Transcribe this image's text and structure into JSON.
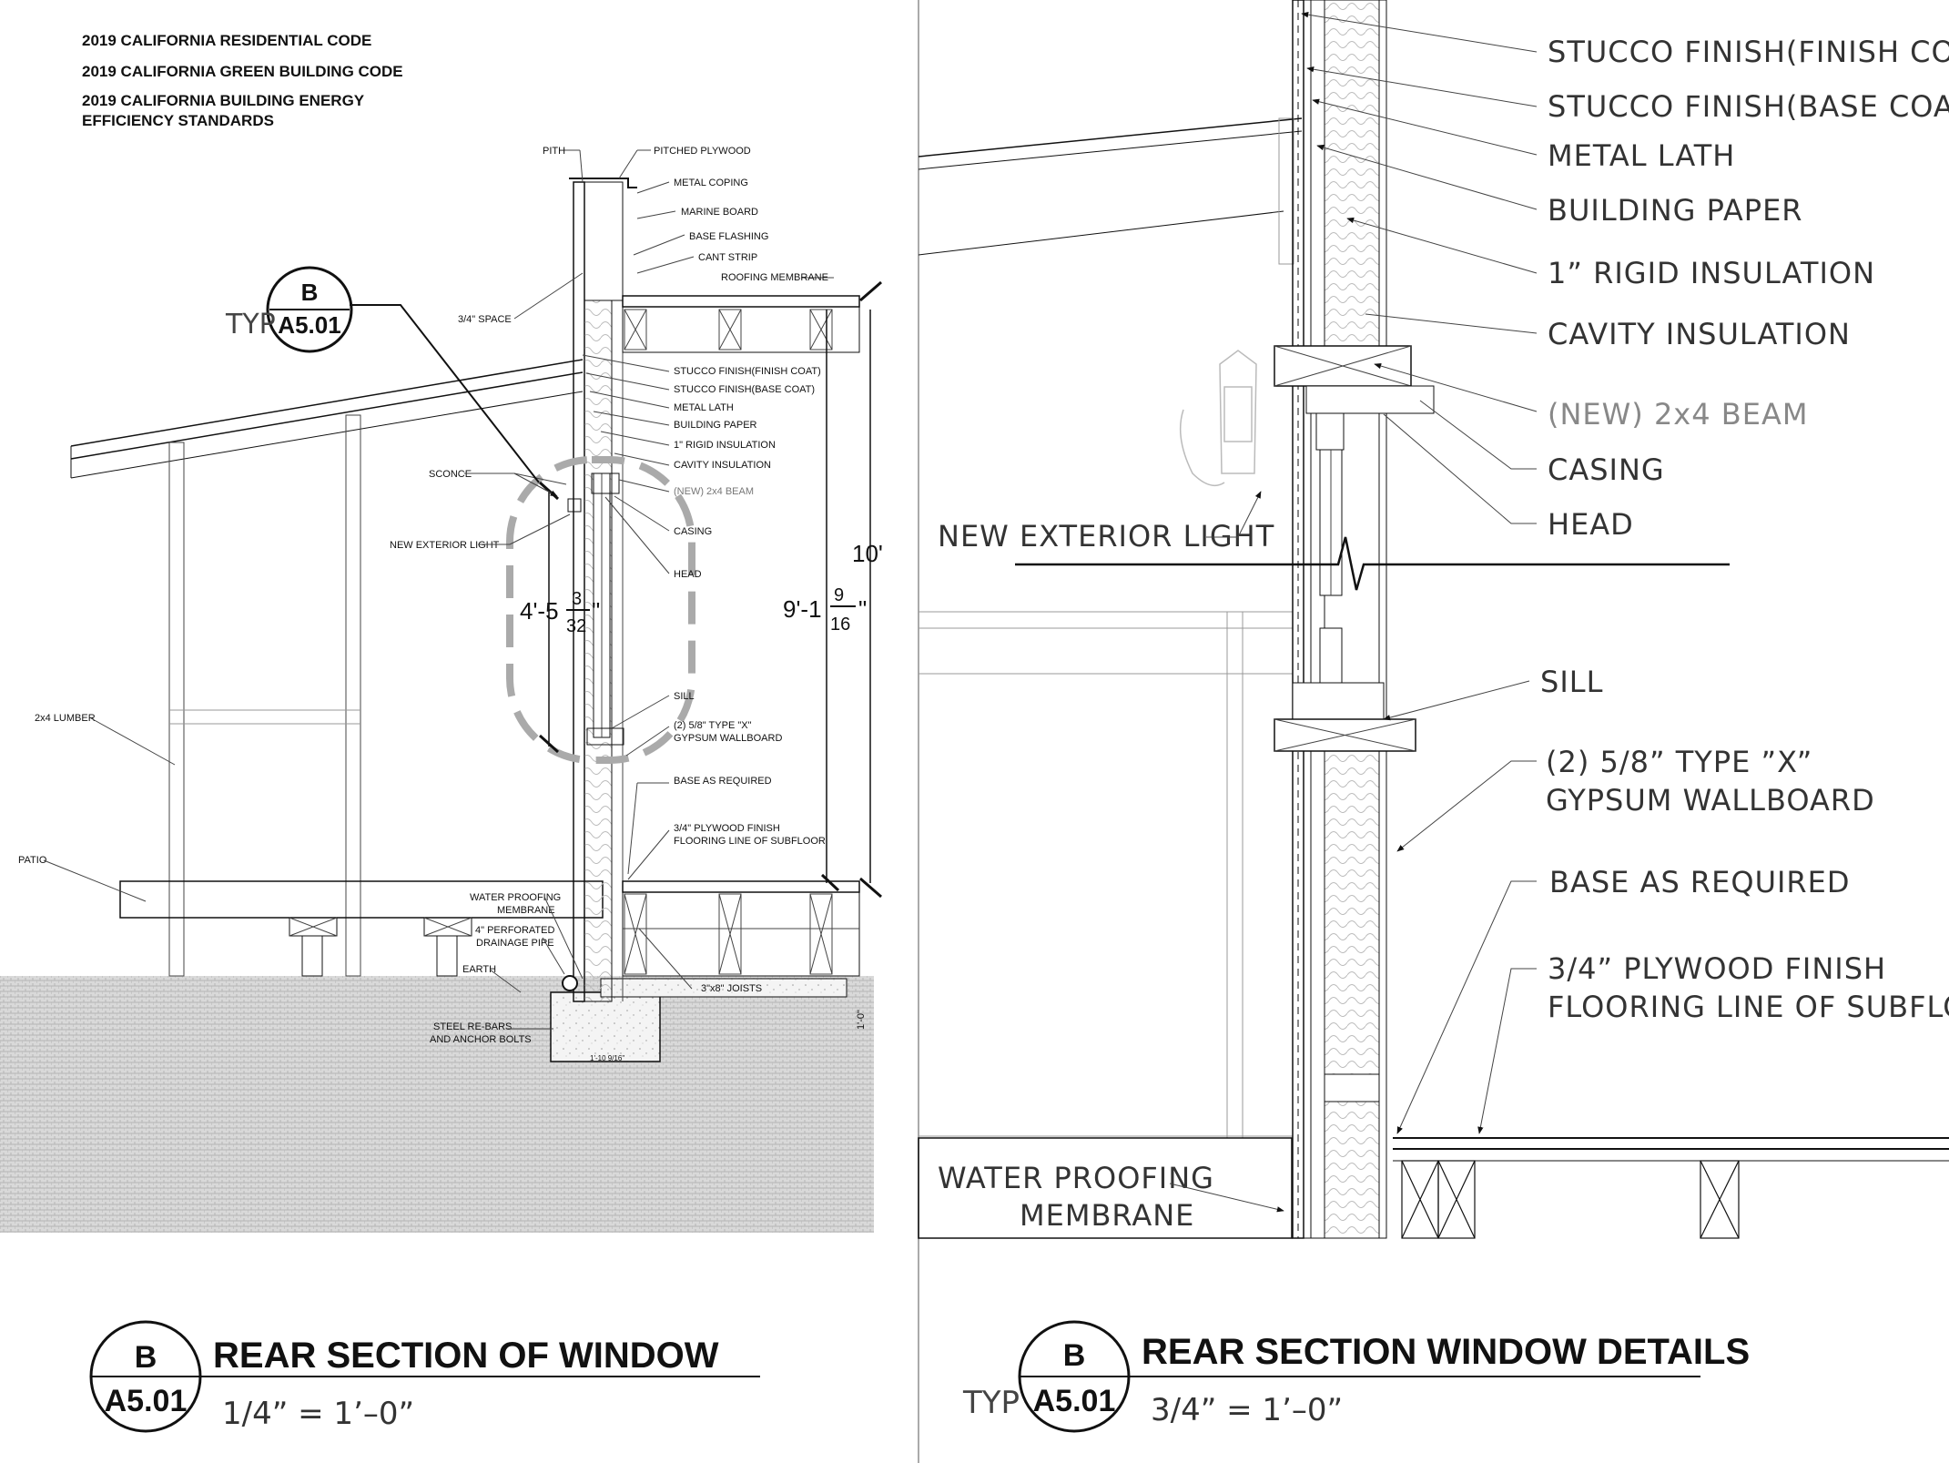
{
  "codes": [
    "2019 CALIFORNIA RESIDENTIAL CODE",
    "2019 CALIFORNIA GREEN BUILDING CODE",
    "2019 CALIFORNIA BUILDING ENERGY",
    "EFFICIENCY STANDARDS"
  ],
  "left_labels": {
    "pith": "PITH",
    "pitched_plywood": "PITCHED PLYWOOD",
    "metal_coping": "METAL COPING",
    "marine_board": "MARINE BOARD",
    "base_flashing": "BASE FLASHING",
    "cant_strip": "CANT STRIP",
    "roofing_membrane": "ROOFING MEMBRANE",
    "space": "3/4\" SPACE",
    "stucco_finish": "STUCCO FINISH(FINISH COAT)",
    "stucco_base": "STUCCO FINISH(BASE COAT)",
    "metal_lath": "METAL LATH",
    "building_paper": "BUILDING PAPER",
    "rigid": "1\" RIGID INSULATION",
    "cavity": "CAVITY INSULATION",
    "beam": "(NEW) 2x4 BEAM",
    "sconce": "SCONCE",
    "casing": "CASING",
    "new_light": "NEW EXTERIOR LIGHT",
    "head": "HEAD",
    "sill": "SILL",
    "gyp1": "(2) 5/8\" TYPE \"X\"",
    "gyp2": "GYPSUM WALLBOARD",
    "base": "BASE AS REQUIRED",
    "lumber": "2x4 LUMBER",
    "plyfin1": "3/4\" PLYWOOD FINISH",
    "plyfin2": "FLOORING LINE OF SUBFLOOR",
    "patio": "PATIO",
    "wp1": "WATER PROOFING",
    "wp2": "MEMBRANE",
    "drain1": "4\" PERFORATED",
    "drain2": "DRAINAGE PIPE",
    "earth": "EARTH",
    "joists": "3\"x8\" JOISTS",
    "rebar1": "STEEL RE-BARS",
    "rebar2": "AND ANCHOR BOLTS",
    "footing_h": "1'-0\"",
    "footing_w": "1'-10 9/16\""
  },
  "left_dims": {
    "ten": "10'",
    "nine_main": "9'-1",
    "nine_num": "9",
    "nine_den": "16",
    "four_main": "4'-5",
    "four_num": "3",
    "four_den": "32",
    "inch": "\""
  },
  "left_bubble": {
    "letter": "B",
    "sheet": "A5.01",
    "typ": "TYP"
  },
  "right_labels": [
    "STUCCO FINISH(FINISH COAT)",
    "STUCCO FINISH(BASE COAT)",
    "METAL LATH",
    "BUILDING PAPER",
    "1” RIGID INSULATION",
    "CAVITY INSULATION",
    "(NEW) 2x4 BEAM",
    "CASING",
    "HEAD",
    "SILL",
    "(2) 5/8” TYPE ”X”",
    "GYPSUM WALLBOARD",
    "BASE AS REQUIRED",
    "3/4” PLYWOOD FINISH",
    "FLOORING LINE OF SUBFLOOR"
  ],
  "right_other": {
    "new_light": "NEW EXTERIOR LIGHT",
    "wp1": "WATER PROOFING",
    "wp2": "MEMBRANE"
  },
  "title_left": {
    "letter": "B",
    "sheet": "A5.01",
    "title": "REAR SECTION OF WINDOW",
    "scale": "1/4” = 1’–0”"
  },
  "title_right": {
    "letter": "B",
    "sheet": "A5.01",
    "typ": "TYP",
    "title": "REAR SECTION WINDOW DETAILS",
    "scale": "3/4” = 1’–0”"
  }
}
